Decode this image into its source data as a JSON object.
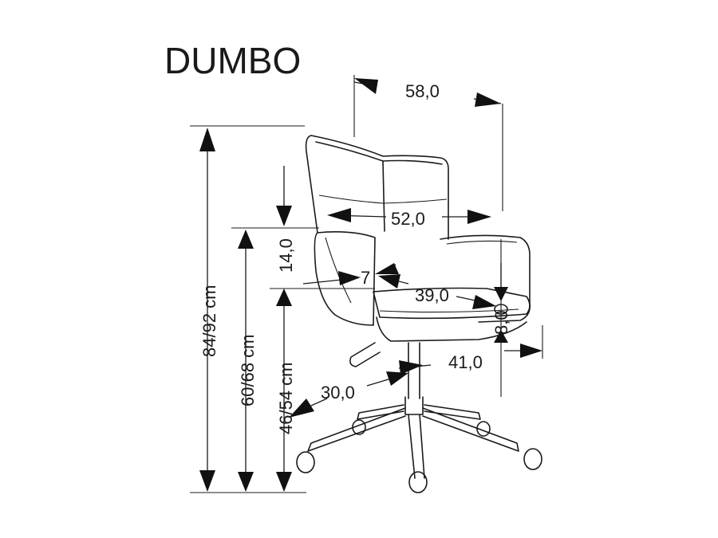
{
  "title": "DUMBO",
  "dimensions": {
    "total_height": "84/92 cm",
    "armrest_height": "60/68 cm",
    "seat_height": "46/54 cm",
    "backrest_height": "14,0",
    "overall_width": "58,0",
    "inner_width": "52,0",
    "seat_depth": "39,0",
    "overall_depth": "41,0",
    "base_radius": "30,0",
    "armrest_width": "7",
    "armrest_thickness": "8,0"
  }
}
